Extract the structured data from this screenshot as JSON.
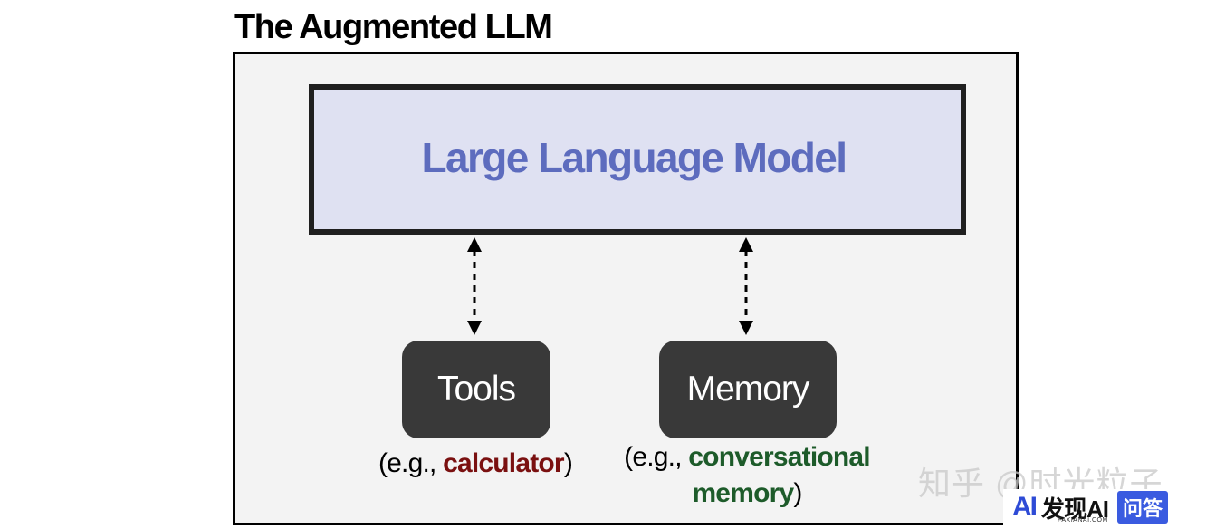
{
  "title": "The Augmented LLM",
  "llm": {
    "label": "Large Language Model"
  },
  "tools": {
    "label": "Tools",
    "caption_prefix": "(e.g., ",
    "caption_highlight": "calculator",
    "caption_suffix": ")"
  },
  "memory": {
    "label": "Memory",
    "caption_prefix": "(e.g., ",
    "caption_highlight_1": "conversational",
    "caption_highlight_2": "memory",
    "caption_suffix": ")"
  },
  "watermark": {
    "text": "知乎 @时光粒子",
    "brand": "AI",
    "brand_text": "发现AI",
    "brand_sub": "FAXIANAI.COM",
    "pill": "问答"
  },
  "colors": {
    "llm_text": "#5d6cbe",
    "llm_fill": "#dfe1f2",
    "node_fill": "#393939",
    "frame_fill": "#f3f3f3",
    "highlight_red": "#7a1010",
    "highlight_green": "#1d5b2a"
  }
}
